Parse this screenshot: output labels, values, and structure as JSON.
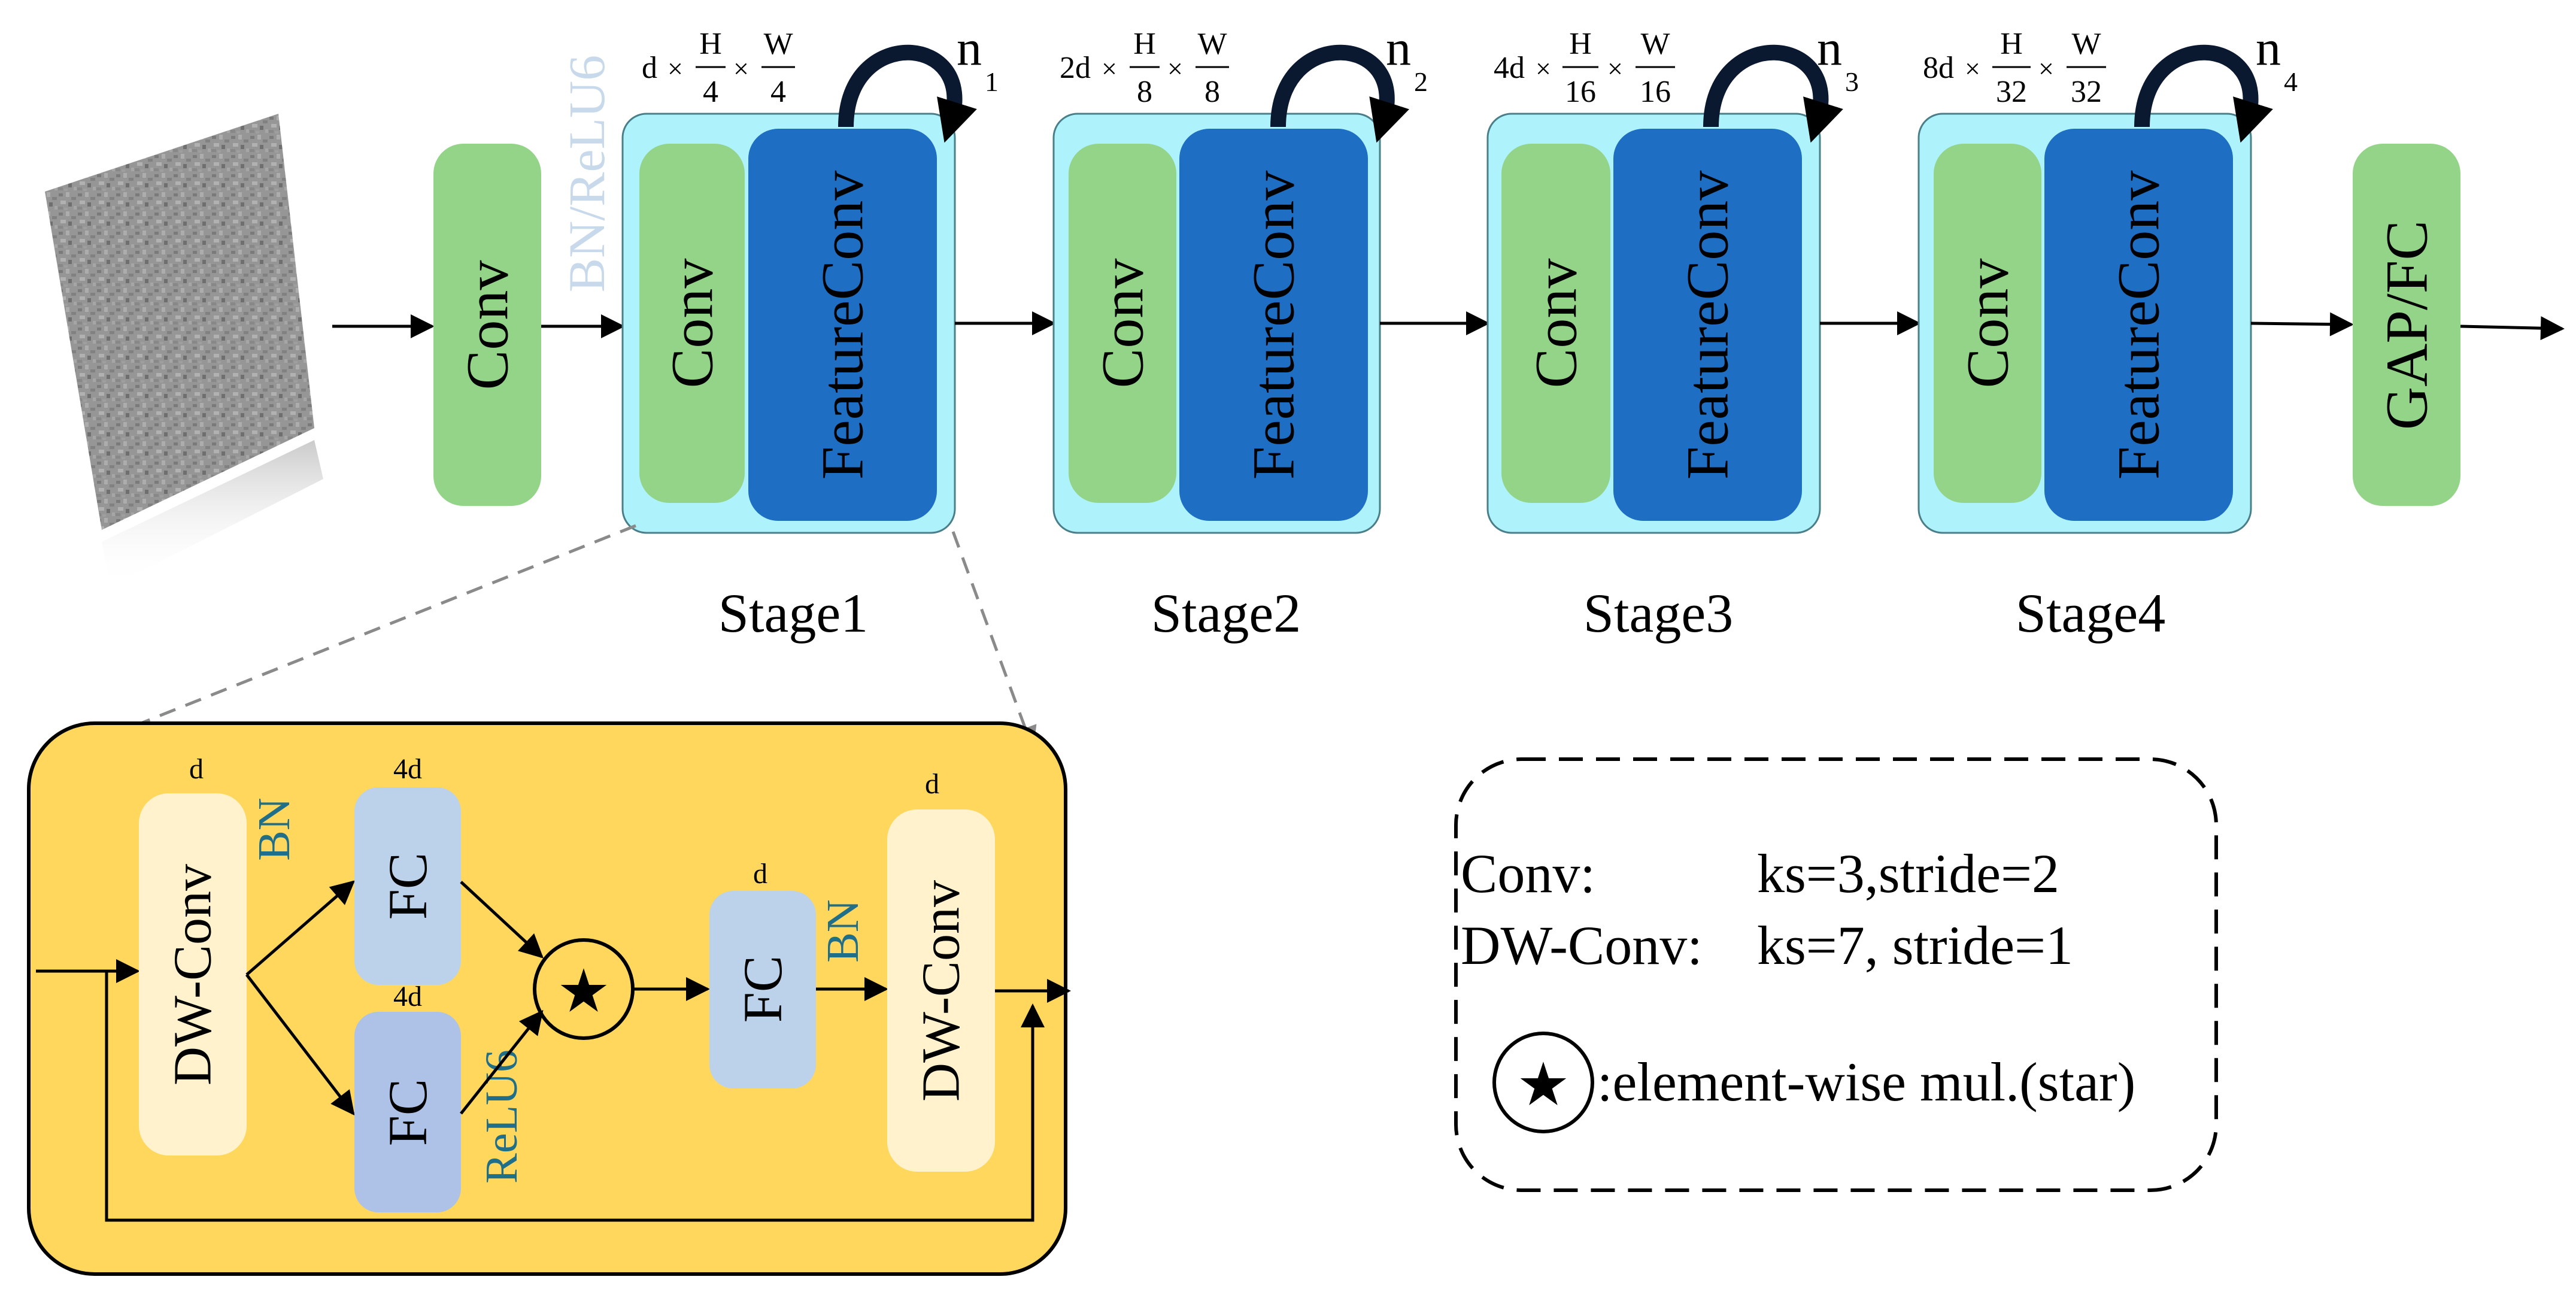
{
  "colors": {
    "conv_green": "#93d488",
    "feature_blue": "#1e6ec4",
    "stage_cyan": "#aef3fb",
    "panel_yellow": "#fed75c",
    "dw_cream": "#fff2cc",
    "fc_blue": "#bcd2ea",
    "fc_blue2": "#adc2e6",
    "bn_relu_light": "#c7d9ea",
    "teal_text": "#1f6f8b",
    "arrow": "#000000"
  },
  "input_image": {
    "icon": "texture-image-icon"
  },
  "stem": {
    "label": "Conv",
    "act_label": "BN/ReLU6"
  },
  "stages": [
    {
      "name": "Stage1",
      "conv": "Conv",
      "feature": "FeatureConv",
      "dim": {
        "coef": "d",
        "times1": "×",
        "h_num": "H",
        "h_den": "4",
        "times2": "×",
        "w_num": "W",
        "w_den": "4"
      },
      "repeat": {
        "var": "n",
        "sub": "1"
      }
    },
    {
      "name": "Stage2",
      "conv": "Conv",
      "feature": "FeatureConv",
      "dim": {
        "coef": "2d",
        "times1": "×",
        "h_num": "H",
        "h_den": "8",
        "times2": "×",
        "w_num": "W",
        "w_den": "8"
      },
      "repeat": {
        "var": "n",
        "sub": "2"
      }
    },
    {
      "name": "Stage3",
      "conv": "Conv",
      "feature": "FeatureConv",
      "dim": {
        "coef": "4d",
        "times1": "×",
        "h_num": "H",
        "h_den": "16",
        "times2": "×",
        "w_num": "W",
        "w_den": "16"
      },
      "repeat": {
        "var": "n",
        "sub": "3"
      }
    },
    {
      "name": "Stage4",
      "conv": "Conv",
      "feature": "FeatureConv",
      "dim": {
        "coef": "8d",
        "times1": "×",
        "h_num": "H",
        "h_den": "32",
        "times2": "×",
        "w_num": "W",
        "w_den": "32"
      },
      "repeat": {
        "var": "n",
        "sub": "4"
      }
    }
  ],
  "head": {
    "label": "GAP/FC"
  },
  "detail": {
    "dw1": {
      "label": "DW-Conv",
      "dim": "d"
    },
    "bn1": "BN",
    "fc_top": {
      "label": "FC",
      "dim": "4d"
    },
    "fc_bottom": {
      "label": "FC",
      "dim": "4d"
    },
    "relu": "ReLU6",
    "star": "★",
    "fc_mid": {
      "label": "FC",
      "dim": "d"
    },
    "bn2": "BN",
    "dw2": {
      "label": "DW-Conv",
      "dim": "d"
    }
  },
  "legend": {
    "conv_name": "Conv:",
    "conv_value": "ks=3,stride=2",
    "dw_name": "DW-Conv:",
    "dw_value": "ks=7, stride=1",
    "star": "★",
    "star_desc": ":element-wise mul.(star)"
  }
}
